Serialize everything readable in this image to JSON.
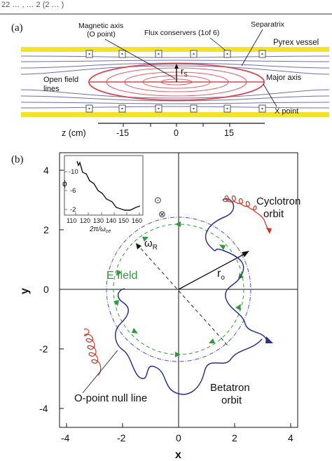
{
  "header_text": "22 … , … 2 (2 … )",
  "panel_a": {
    "panel_label": "(a)",
    "labels": {
      "magnetic_axis_line1": "Magnetic axis",
      "magnetic_axis_line2": "(O point)",
      "flux_conservers": "Flux conservers (1of 6)",
      "separatrix": "Separatrix",
      "pyrex_vessel": "Pyrex vessel",
      "open_field_line1": "Open field",
      "open_field_line2": "lines",
      "major_axis": "Major axis",
      "x_point": "X point",
      "rs_letter": "r",
      "rs_sub": "S"
    },
    "z_axis": {
      "label": "z (cm)",
      "ticks": [
        "-15",
        "0",
        "15"
      ]
    },
    "colors": {
      "vessel": "#f2e22a",
      "separatrix": "#d9474f",
      "field_lines": "#6b6fa8"
    }
  },
  "panel_b": {
    "panel_label": "(b)",
    "x_label": "x",
    "y_label": "y",
    "x_ticks": [
      "-4",
      "-2",
      "0",
      "2",
      "4"
    ],
    "y_ticks": [
      "4",
      "2",
      "0",
      "-2",
      "-4"
    ],
    "labels": {
      "cyclotron_line1": "Cyclotron",
      "cyclotron_line2": "orbit",
      "omega_r": "ω",
      "omega_r_sub": "R",
      "e_field": "E field",
      "r_o": "r",
      "r_o_sub": "o",
      "betatron_line1": "Betatron",
      "betatron_line2": "orbit",
      "null_line": "O-point null line",
      "out_of_page": "⊙",
      "into_page": "⊗"
    },
    "inset": {
      "y_label": "ϕ",
      "x_label": "2π/ω",
      "x_label_sub": "ce",
      "x_ticks": [
        "110",
        "120",
        "130",
        "140",
        "150",
        "160"
      ],
      "y_ticks": [
        "-10",
        "-6",
        "-2"
      ]
    },
    "colors": {
      "betatron": "#2b2f8f",
      "cyclotron": "#d3321f",
      "e_field": "#2e9a3a",
      "null_line": "#5b5fc2"
    }
  }
}
